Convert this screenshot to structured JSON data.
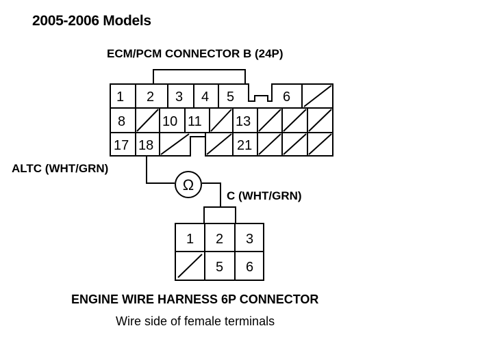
{
  "title": "2005-2006 Models",
  "ecm_connector": {
    "title": "ECM/PCM CONNECTOR B (24P)",
    "terminals": [
      "1",
      "2",
      "3",
      "4",
      "5",
      "6",
      "8",
      "10",
      "11",
      "13",
      "17",
      "18",
      "21"
    ]
  },
  "wires": {
    "altc_label": "ALTC (WHT/GRN)",
    "c_label": "C (WHT/GRN)"
  },
  "meter_symbol": "Ω",
  "harness_connector": {
    "title": "ENGINE WIRE HARNESS 6P CONNECTOR",
    "subtitle": "Wire side of female terminals",
    "terminals": [
      "1",
      "2",
      "3",
      "5",
      "6"
    ]
  }
}
